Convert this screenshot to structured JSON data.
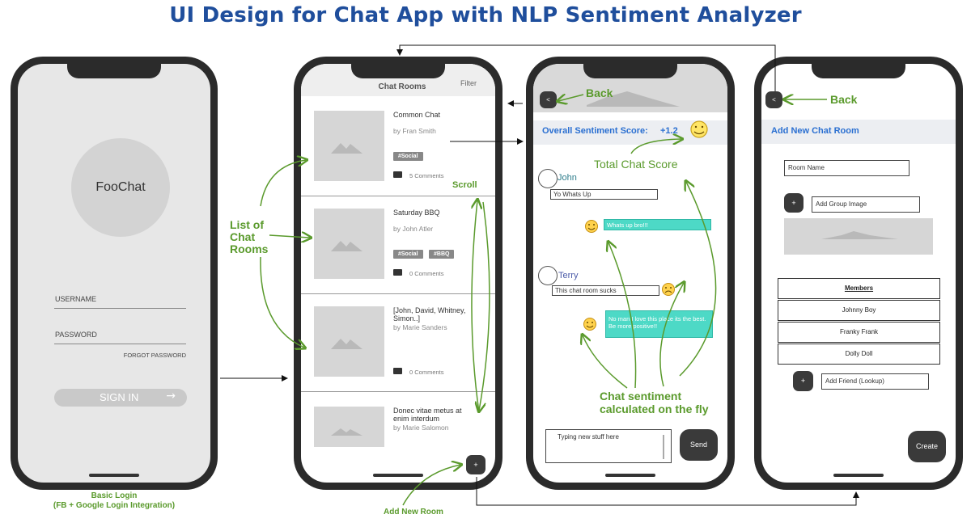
{
  "title": "UI Design for Chat App with NLP Sentiment Analyzer",
  "login": {
    "logo": "FooChat",
    "username": "USERNAME",
    "password": "PASSWORD",
    "forgot": "FORGOT PASSWORD",
    "signin": "SIGN IN",
    "signin_arrow": "→",
    "caption1": "Basic Login",
    "caption2": "(FB + Google Login Integration)"
  },
  "rooms": {
    "header": "Chat Rooms",
    "filter": "Filter",
    "items": [
      {
        "title": "Common Chat",
        "by": "by Fran Smith",
        "tags": [
          "#Social"
        ],
        "comments": "5 Comments"
      },
      {
        "title": "Saturday BBQ",
        "by": "by John Atler",
        "tags": [
          "#Social",
          "#BBQ"
        ],
        "comments": "0 Comments"
      },
      {
        "title": "[John, David, Whitney, Simon..]",
        "by": "by Marie Sanders",
        "tags": [],
        "comments": "0 Comments"
      },
      {
        "title": "Donec vitae metus at enim interdum",
        "by": "by Marie Salomon",
        "tags": [],
        "comments": ""
      }
    ],
    "add_btn": "+",
    "annot_list": "List of\nChat\nRooms",
    "annot_scroll": "Scroll",
    "annot_add": "Add New Room"
  },
  "chat": {
    "back_btn": "<",
    "annot_back": "Back",
    "score_label": "Overall Sentiment Score:",
    "score_value": "+1.2",
    "annot_total": "Total Chat Score",
    "user1": "John",
    "msg1": "Yo Whats Up",
    "reply1": "Whats up bro!!!",
    "user2": "Terry",
    "msg2": "This chat room sucks",
    "reply2": "No man I love this place its the best. Be more positive!!",
    "annot_sentiment": "Chat sentiment\ncalculated on the fly",
    "input": "Typing new stuff here",
    "send": "Send"
  },
  "newroom": {
    "back_btn": "<",
    "annot_back": "Back",
    "header": "Add New Chat Room",
    "room_name": "Room Name",
    "add_btn": "+",
    "group_image": "Add Group Image",
    "members_header": "Members",
    "members": [
      "Johnny Boy",
      "Franky Frank",
      "Dolly Doll"
    ],
    "add_friend": "Add Friend (Lookup)",
    "create": "Create"
  },
  "colors": {
    "title": "#1f4e9c",
    "annotation": "#5a9a2c",
    "chat_bubble": "#4dd9c6",
    "score_text": "#2a6fd1"
  }
}
